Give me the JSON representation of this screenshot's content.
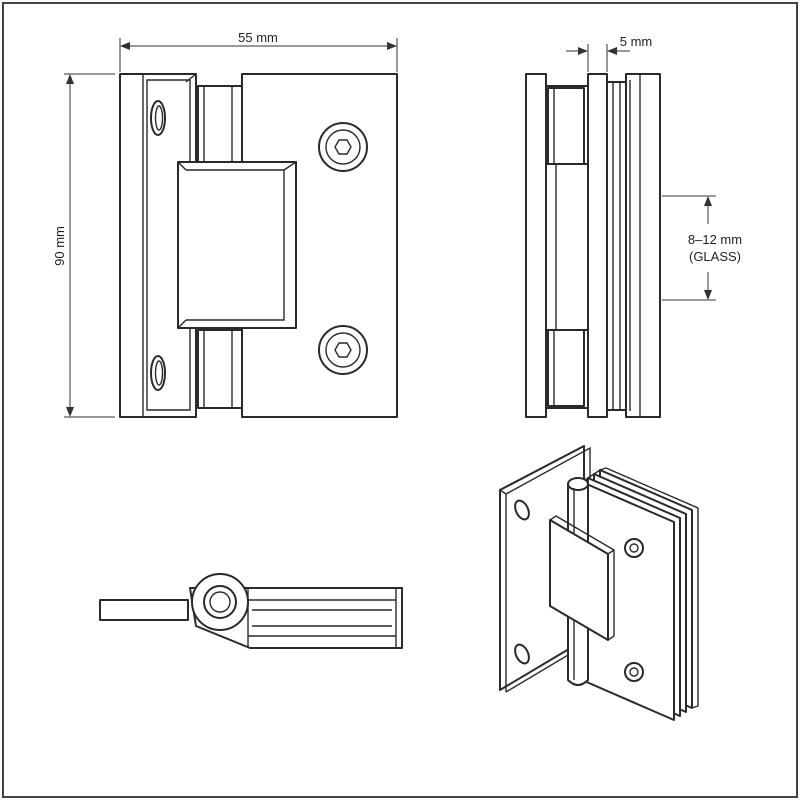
{
  "dimensions": {
    "width_label": "55 mm",
    "height_label": "90 mm",
    "plate_gap_label": "5 mm",
    "glass_label_line1": "8–12 mm",
    "glass_label_line2": "(GLASS)"
  }
}
